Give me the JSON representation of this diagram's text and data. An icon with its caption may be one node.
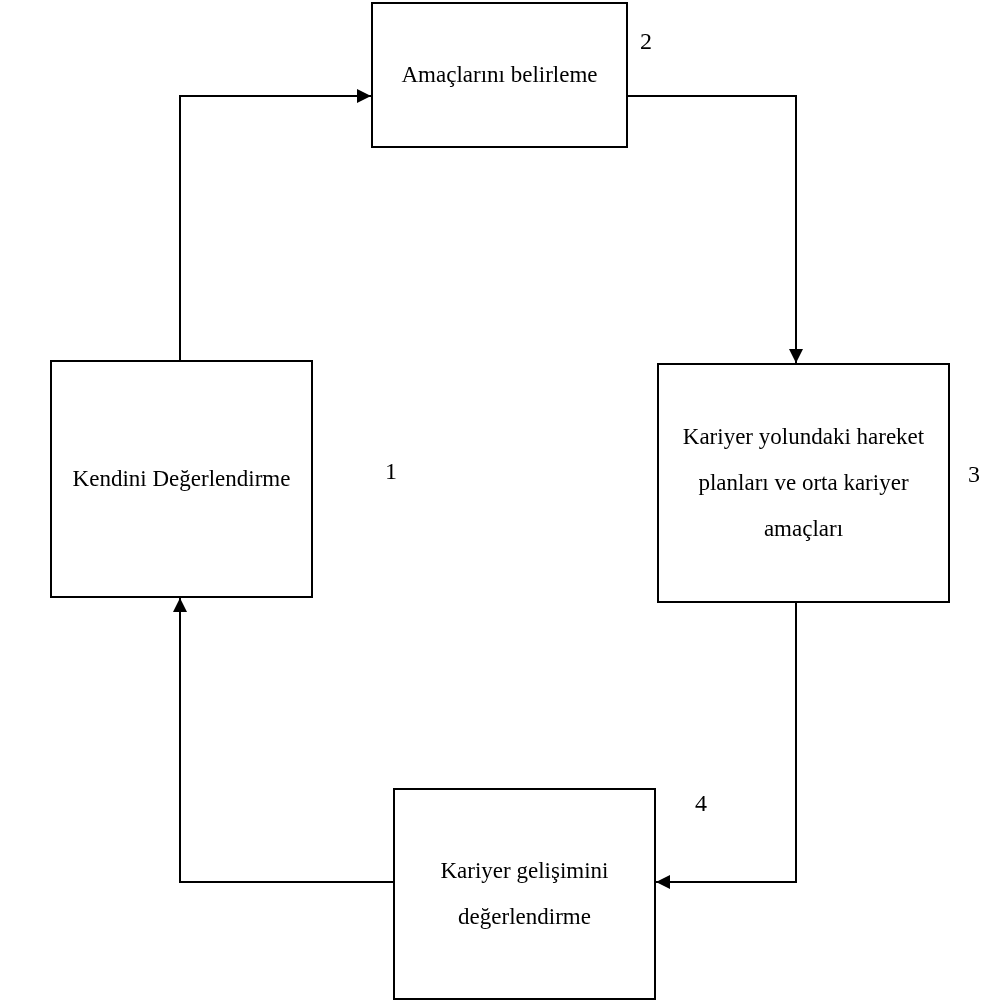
{
  "diagram": {
    "nodes": [
      {
        "text": [
          "Kendini Değerlendirme"
        ],
        "beside": [
          "1"
        ]
      },
      {
        "text": [
          "Amaçlarını belirleme"
        ],
        "beside": [
          "2"
        ]
      },
      {
        "text": [
          "Kariyer yolundaki hareket planları ve orta kariyer amaçları"
        ],
        "beside": [
          "3"
        ]
      },
      {
        "text": [
          "Kariyer gelişimini değerlendirme"
        ],
        "beside": [
          "4"
        ]
      }
    ],
    "edges": [
      {
        "from": 0,
        "to": 1,
        "arrow": "to"
      },
      {
        "from": 1,
        "to": 2,
        "arrow": "to"
      },
      {
        "from": 2,
        "to": 3,
        "arrow": "to"
      },
      {
        "from": 3,
        "to": 0,
        "arrow": "to"
      }
    ]
  }
}
